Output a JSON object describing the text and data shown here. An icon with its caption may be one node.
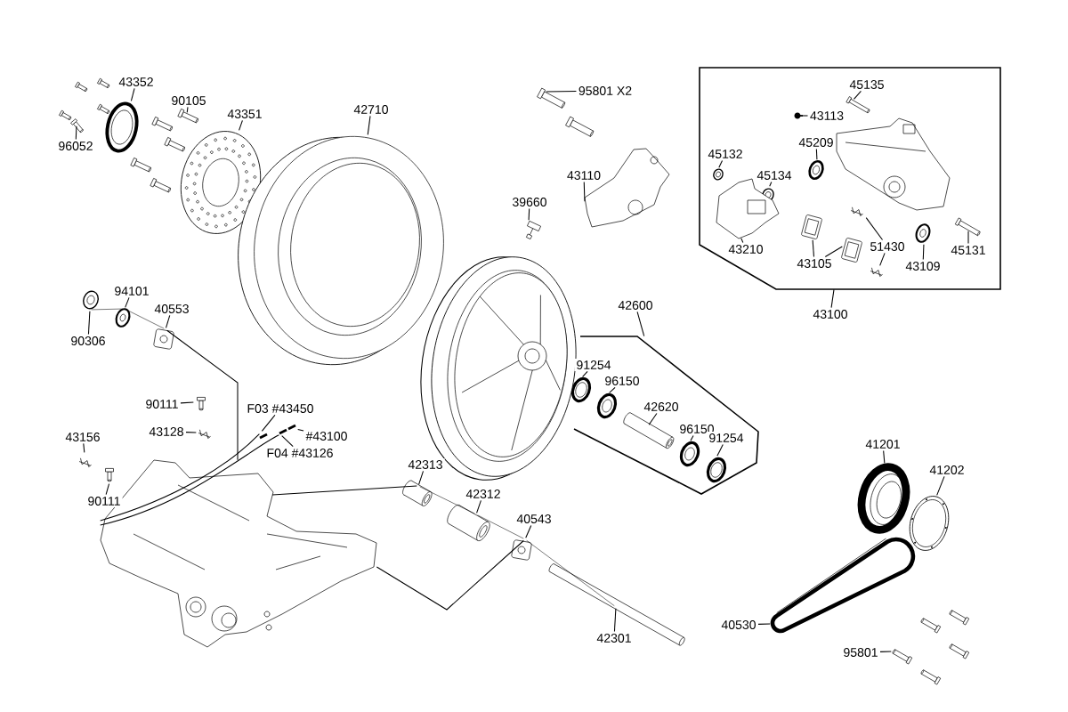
{
  "diagram": {
    "nodes": [
      {
        "text": [
          "43352"
        ]
      },
      {
        "text": [],
        "shape": "picture"
      },
      {
        "text": [
          "90105"
        ]
      },
      {
        "text": [],
        "shape": "picture"
      },
      {
        "text": [
          "96052"
        ]
      },
      {
        "text": [],
        "shape": "picture"
      },
      {
        "text": [
          "43351"
        ]
      },
      {
        "text": [],
        "shape": "picture"
      },
      {
        "text": [
          "42710"
        ]
      },
      {
        "text": [],
        "shape": "picture"
      },
      {
        "text": [
          "95801  X2"
        ]
      },
      {
        "text": [],
        "shape": "picture"
      },
      {
        "text": [
          "43110"
        ]
      },
      {
        "text": [],
        "shape": "picture"
      },
      {
        "text": [
          "39660"
        ]
      },
      {
        "text": [],
        "shape": "picture"
      },
      {
        "text": [],
        "shape": "box"
      },
      {
        "text": [
          "45135"
        ],
        "in": 16
      },
      {
        "text": [],
        "shape": "picture",
        "in": 16
      },
      {
        "text": [
          "43113"
        ],
        "in": 16
      },
      {
        "text": [],
        "shape": "picture",
        "in": 16
      },
      {
        "text": [
          "45209"
        ],
        "in": 16
      },
      {
        "text": [],
        "shape": "picture",
        "in": 16
      },
      {
        "text": [
          "45132"
        ],
        "in": 16
      },
      {
        "text": [],
        "shape": "picture",
        "in": 16
      },
      {
        "text": [
          "45134"
        ],
        "in": 16
      },
      {
        "text": [],
        "shape": "picture",
        "in": 16
      },
      {
        "text": [
          "43210"
        ],
        "in": 16
      },
      {
        "text": [],
        "shape": "picture",
        "in": 16
      },
      {
        "text": [
          "43105"
        ],
        "in": 16
      },
      {
        "text": [],
        "shape": "picture",
        "in": 16
      },
      {
        "text": [],
        "shape": "picture",
        "in": 16
      },
      {
        "text": [
          "51430"
        ],
        "in": 16
      },
      {
        "text": [],
        "shape": "picture",
        "in": 16
      },
      {
        "text": [],
        "shape": "picture",
        "in": 16
      },
      {
        "text": [
          "43109"
        ],
        "in": 16
      },
      {
        "text": [],
        "shape": "picture",
        "in": 16
      },
      {
        "text": [
          "45131"
        ],
        "in": 16
      },
      {
        "text": [],
        "shape": "picture",
        "in": 16
      },
      {
        "text": [
          "43100"
        ]
      },
      {
        "text": [],
        "shape": "box"
      },
      {
        "text": [
          "42600"
        ]
      },
      {
        "text": [
          "91254"
        ],
        "in": 40
      },
      {
        "text": [],
        "shape": "picture",
        "in": 40
      },
      {
        "text": [
          "96150"
        ],
        "in": 40
      },
      {
        "text": [],
        "shape": "picture",
        "in": 40
      },
      {
        "text": [
          "42620"
        ],
        "in": 40
      },
      {
        "text": [],
        "shape": "picture",
        "in": 40
      },
      {
        "text": [
          "96150"
        ],
        "in": 40
      },
      {
        "text": [],
        "shape": "picture",
        "in": 40
      },
      {
        "text": [
          "91254"
        ],
        "in": 40
      },
      {
        "text": [],
        "shape": "picture",
        "in": 40
      },
      {
        "text": [
          "94101"
        ]
      },
      {
        "text": [],
        "shape": "picture"
      },
      {
        "text": [
          "40553"
        ]
      },
      {
        "text": [],
        "shape": "picture"
      },
      {
        "text": [
          "90306"
        ]
      },
      {
        "text": [],
        "shape": "picture"
      },
      {
        "text": [
          "90111"
        ]
      },
      {
        "text": [],
        "shape": "picture"
      },
      {
        "text": [
          "43128"
        ]
      },
      {
        "text": [],
        "shape": "picture"
      },
      {
        "text": [
          "43156"
        ]
      },
      {
        "text": [],
        "shape": "picture"
      },
      {
        "text": [
          "90111"
        ]
      },
      {
        "text": [],
        "shape": "picture"
      },
      {
        "text": [
          "F03 #43450"
        ]
      },
      {
        "text": [],
        "shape": "picture"
      },
      {
        "text": [
          "#43100"
        ]
      },
      {
        "text": [],
        "shape": "picture"
      },
      {
        "text": [
          "F04 #43126"
        ]
      },
      {
        "text": [],
        "shape": "picture"
      },
      {
        "text": [
          "42313"
        ]
      },
      {
        "text": [],
        "shape": "picture"
      },
      {
        "text": [
          "42312"
        ]
      },
      {
        "text": [],
        "shape": "picture"
      },
      {
        "text": [
          "40543"
        ]
      },
      {
        "text": [],
        "shape": "picture"
      },
      {
        "text": [
          "42301"
        ]
      },
      {
        "text": [],
        "shape": "picture"
      },
      {
        "text": [
          "41201"
        ]
      },
      {
        "text": [],
        "shape": "picture"
      },
      {
        "text": [
          "41202"
        ]
      },
      {
        "text": [],
        "shape": "picture"
      },
      {
        "text": [
          "40530"
        ]
      },
      {
        "text": [],
        "shape": "picture"
      },
      {
        "text": [
          "95801"
        ]
      },
      {
        "text": [],
        "shape": "picture"
      },
      {
        "text": [],
        "shape": "picture"
      },
      {
        "text": [],
        "shape": "picture"
      },
      {
        "text": [],
        "shape": "picture"
      },
      {
        "text": [],
        "shape": "picture"
      },
      {
        "text": [],
        "shape": "picture"
      },
      {
        "text": [],
        "shape": "picture"
      },
      {
        "text": [],
        "shape": "picture"
      },
      {
        "text": [],
        "shape": "picture"
      },
      {
        "text": [],
        "shape": "picture"
      },
      {
        "text": [],
        "shape": "picture"
      },
      {
        "text": [],
        "shape": "picture"
      },
      {
        "text": [],
        "shape": "picture"
      },
      {
        "text": [],
        "shape": "picture"
      },
      {
        "text": [],
        "shape": "picture"
      },
      {
        "text": [],
        "shape": "picture",
        "in": 16
      },
      {
        "text": [],
        "shape": "picture"
      }
    ],
    "edges": [
      {
        "from": 0,
        "to": 1,
        "arrow": "none"
      },
      {
        "from": 2,
        "to": 3,
        "arrow": "none"
      },
      {
        "from": 4,
        "to": 5,
        "arrow": "none"
      },
      {
        "from": 6,
        "to": 7,
        "arrow": "none"
      },
      {
        "from": 8,
        "to": 9,
        "arrow": "none"
      },
      {
        "from": 10,
        "to": 11,
        "arrow": "none"
      },
      {
        "from": 12,
        "to": 13,
        "arrow": "none"
      },
      {
        "from": 14,
        "to": 15,
        "arrow": "none"
      },
      {
        "from": 17,
        "to": 18,
        "arrow": "none"
      },
      {
        "from": 19,
        "to": 20,
        "arrow": "none"
      },
      {
        "from": 21,
        "to": 22,
        "arrow": "none"
      },
      {
        "from": 23,
        "to": 24,
        "arrow": "none"
      },
      {
        "from": 25,
        "to": 26,
        "arrow": "none"
      },
      {
        "from": 27,
        "to": 28,
        "arrow": "none"
      },
      {
        "from": 29,
        "to": 30,
        "arrow": "none"
      },
      {
        "from": 29,
        "to": 31,
        "arrow": "none"
      },
      {
        "from": 32,
        "to": 33,
        "arrow": "none"
      },
      {
        "from": 32,
        "to": 34,
        "arrow": "none"
      },
      {
        "from": 35,
        "to": 36,
        "arrow": "none"
      },
      {
        "from": 37,
        "to": 38,
        "arrow": "none"
      },
      {
        "from": 39,
        "to": 16,
        "arrow": "none"
      },
      {
        "from": 41,
        "to": 40,
        "arrow": "none"
      },
      {
        "from": 42,
        "to": 43,
        "arrow": "none"
      },
      {
        "from": 44,
        "to": 45,
        "arrow": "none"
      },
      {
        "from": 46,
        "to": 47,
        "arrow": "none"
      },
      {
        "from": 48,
        "to": 49,
        "arrow": "none"
      },
      {
        "from": 50,
        "to": 51,
        "arrow": "none"
      },
      {
        "from": 52,
        "to": 53,
        "arrow": "none"
      },
      {
        "from": 54,
        "to": 55,
        "arrow": "none"
      },
      {
        "from": 56,
        "to": 57,
        "arrow": "none"
      },
      {
        "from": 58,
        "to": 59,
        "arrow": "none"
      },
      {
        "from": 60,
        "to": 61,
        "arrow": "none"
      },
      {
        "from": 62,
        "to": 63,
        "arrow": "none"
      },
      {
        "from": 64,
        "to": 65,
        "arrow": "none"
      },
      {
        "from": 66,
        "to": 67,
        "arrow": "none"
      },
      {
        "from": 68,
        "to": 69,
        "arrow": "none"
      },
      {
        "from": 70,
        "to": 71,
        "arrow": "none"
      },
      {
        "from": 72,
        "to": 73,
        "arrow": "none"
      },
      {
        "from": 74,
        "to": 75,
        "arrow": "none"
      },
      {
        "from": 76,
        "to": 77,
        "arrow": "none"
      },
      {
        "from": 78,
        "to": 79,
        "arrow": "none"
      },
      {
        "from": 80,
        "to": 81,
        "arrow": "none"
      },
      {
        "from": 82,
        "to": 83,
        "arrow": "none"
      },
      {
        "from": 84,
        "to": 85,
        "arrow": "none"
      },
      {
        "from": 86,
        "to": 87,
        "arrow": "none"
      },
      {
        "from": 57,
        "to": 53,
        "arrow": "none"
      },
      {
        "from": 53,
        "to": 55,
        "arrow": "none"
      },
      {
        "from": 55,
        "to": 88,
        "arrow": "none"
      },
      {
        "from": 88,
        "to": 73,
        "arrow": "none"
      },
      {
        "from": 73,
        "to": 75,
        "arrow": "none"
      },
      {
        "from": 75,
        "to": 77,
        "arrow": "none"
      },
      {
        "from": 77,
        "to": 79,
        "arrow": "none"
      },
      {
        "from": 88,
        "to": 77,
        "arrow": "none"
      },
      {
        "from": 88,
        "to": 67,
        "arrow": "none"
      },
      {
        "from": 88,
        "to": 71,
        "arrow": "none"
      }
    ]
  }
}
